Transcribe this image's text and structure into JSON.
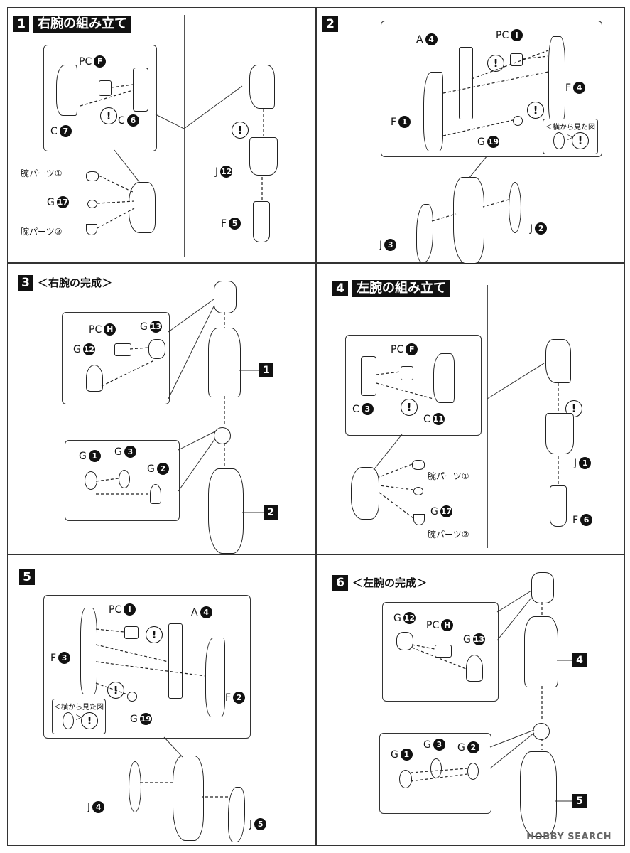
{
  "steps": [
    {
      "num": "1",
      "title": "右腕の組み立て"
    },
    {
      "num": "2",
      "title": ""
    },
    {
      "num": "3",
      "title": "＜右腕の完成＞"
    },
    {
      "num": "4",
      "title": "左腕の組み立て"
    },
    {
      "num": "5",
      "title": ""
    },
    {
      "num": "6",
      "title": "＜左腕の完成＞"
    }
  ],
  "parts": {
    "pc": "PC",
    "a": "A",
    "c": "C",
    "f": "F",
    "g": "G",
    "j": "J",
    "arm1": "腕パーツ①",
    "arm2": "腕パーツ②",
    "side_view": "＜横から見た図＞",
    "F": "F",
    "I": "I",
    "H": "H",
    "n1": "1",
    "n2": "2",
    "n3": "3",
    "n4": "4",
    "n5": "5",
    "n6": "6",
    "n7": "7",
    "n11": "11",
    "n12": "12",
    "n13": "13",
    "n17": "17",
    "n19": "19"
  },
  "refs": {
    "r1": "1",
    "r2": "2",
    "r4": "4",
    "r5": "5"
  },
  "caution": "!",
  "watermark": "HOBBY SEARCH"
}
